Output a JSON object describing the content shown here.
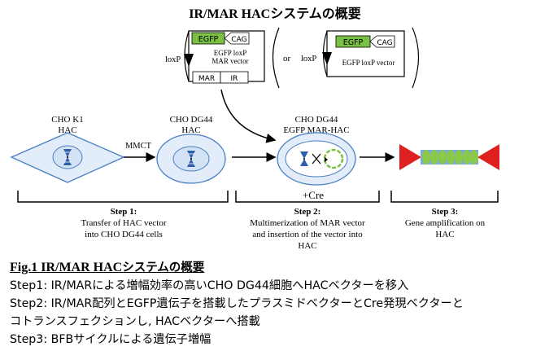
{
  "title": "IR/MAR HACシステムの概要",
  "vector1": {
    "gene": "EGFP",
    "promoter": "CAG",
    "loxp_label": "loxP",
    "name_line1": "EGFP loxP",
    "name_line2": "MAR vector",
    "mar": "MAR",
    "ir": "IR"
  },
  "or_label": "or",
  "vector2": {
    "gene": "EGFP",
    "promoter": "CAG",
    "loxp_label": "loxP",
    "name": "EGFP loxP  vector"
  },
  "cells": {
    "cho_k1": {
      "line1": "CHO K1",
      "line2": "HAC"
    },
    "mmct": "MMCT",
    "cho_dg44": {
      "line1": "CHO DG44",
      "line2": "HAC"
    },
    "cho_dg44_mar": {
      "line1": "CHO DG44",
      "line2": "EGFP MAR-HAC"
    },
    "cre": "+Cre"
  },
  "steps": [
    {
      "title": "Step 1:",
      "lines": [
        "Transfer of HAC vector",
        "into CHO DG44 cells"
      ]
    },
    {
      "title": "Step 2:",
      "lines": [
        "Multimerization of MAR vector",
        "and insertion of the vector into",
        "HAC"
      ]
    },
    {
      "title": "Step 3:",
      "lines": [
        "Gene amplification on",
        "HAC"
      ]
    }
  ],
  "caption": {
    "title": "Fig.1 IR/MAR HAC",
    "title_jp": "システムの概要",
    "lines": [
      "Step1: IR/MARによる増幅効率の高いCHO DG44細胞へHACベクターを移入",
      "Step2: IR/MAR配列とEGFP遺伝子を搭載したプラスミドベクターとCre発現ベクターと",
      "コトランスフェクションし, HACベクターへ搭載",
      "Step3: BFBサイクルによる遺伝子増幅"
    ]
  },
  "colors": {
    "egfp_green": "#7ac143",
    "cell_blue": "#4a7ec4",
    "cell_fill": "#e3edf9",
    "chrom_blue": "#2f5fa8",
    "hac_red": "#e02020",
    "hac_blue": "#79a9e0",
    "hac_green": "#8ac94a"
  }
}
